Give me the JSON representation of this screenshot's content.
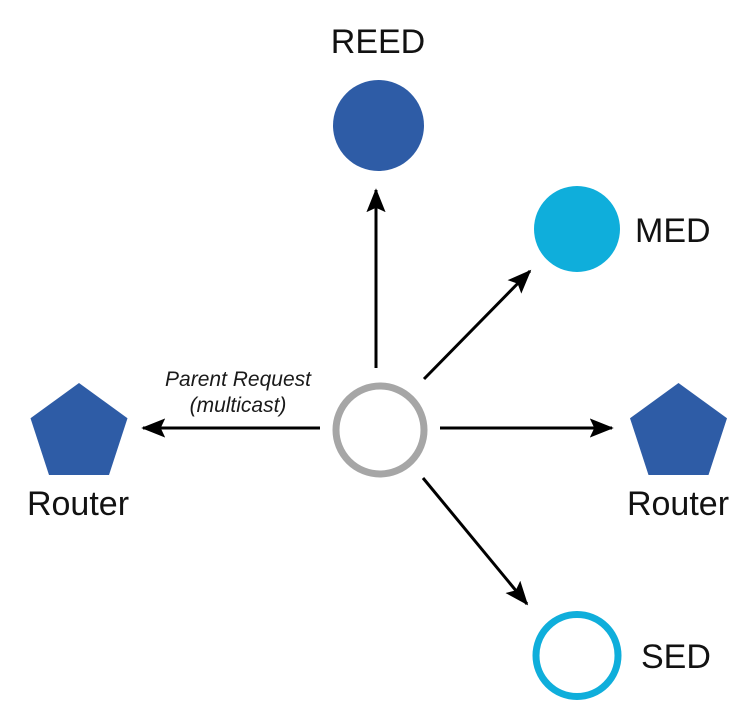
{
  "diagram": {
    "title": "Thread parent request multicast",
    "background": "#ffffff",
    "colors": {
      "router_fill": "#2E5CA6",
      "reed_fill": "#2E5CA6",
      "med_fill": "#0FAEDB",
      "sed_stroke": "#0FAEDB",
      "center_stroke": "#A6A6A6",
      "arrow": "#000000",
      "label_text": "#121212"
    },
    "center_node": {
      "name": "joining-device",
      "shape": "circle-outline",
      "stroke": "#A6A6A6",
      "label": ""
    },
    "nodes": [
      {
        "id": "reed",
        "label": "REED",
        "shape": "circle-filled",
        "color": "#2E5CA6",
        "label_position": "above"
      },
      {
        "id": "med",
        "label": "MED",
        "shape": "circle-filled",
        "color": "#0FAEDB",
        "label_position": "right"
      },
      {
        "id": "router-right",
        "label": "Router",
        "shape": "pentagon-filled",
        "color": "#2E5CA6",
        "label_position": "below"
      },
      {
        "id": "sed",
        "label": "SED",
        "shape": "circle-outline",
        "color": "#0FAEDB",
        "label_position": "right"
      },
      {
        "id": "router-left",
        "label": "Router",
        "shape": "pentagon-filled",
        "color": "#2E5CA6",
        "label_position": "below"
      }
    ],
    "edge_label": {
      "line1": "Parent Request",
      "line2": "(multicast)"
    },
    "edges": [
      {
        "from": "center",
        "to": "reed",
        "direction": "up",
        "arrow": true
      },
      {
        "from": "center",
        "to": "med",
        "direction": "up-right",
        "arrow": true
      },
      {
        "from": "center",
        "to": "router-right",
        "direction": "right",
        "arrow": true
      },
      {
        "from": "center",
        "to": "sed",
        "direction": "down-right",
        "arrow": true
      },
      {
        "from": "center",
        "to": "router-left",
        "direction": "left",
        "arrow": true
      }
    ]
  }
}
